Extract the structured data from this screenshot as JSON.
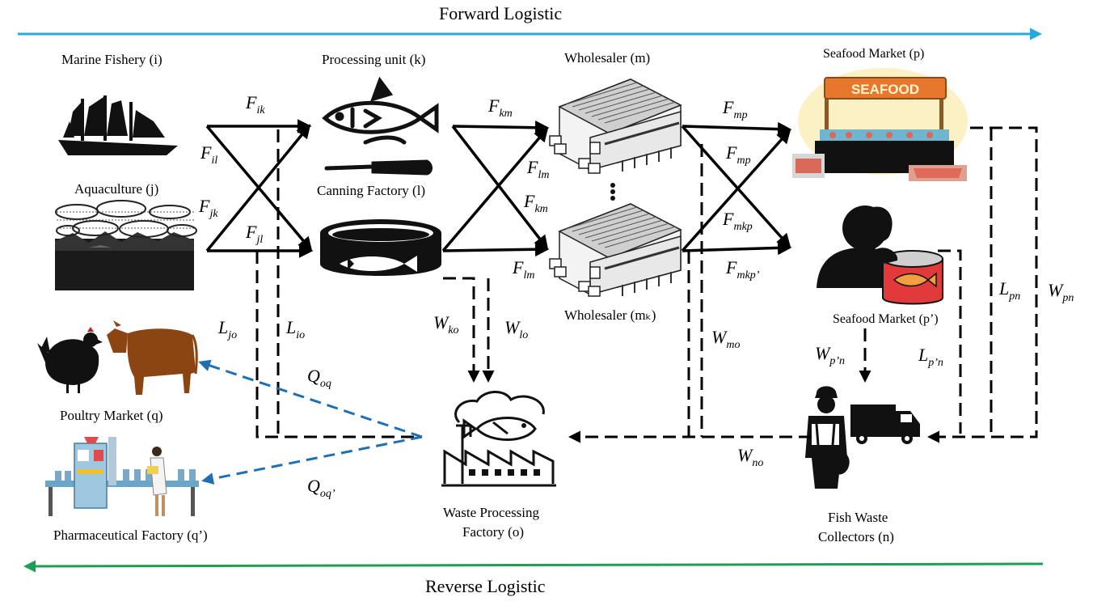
{
  "headers": {
    "forward": "Forward Logistic",
    "reverse": "Reverse Logistic"
  },
  "nodes": {
    "marine_fishery": "Marine Fishery (i)",
    "aquaculture": "Aquaculture (j)",
    "processing_unit": "Processing unit (k)",
    "canning_factory": "Canning Factory (l)",
    "wholesaler_m": "Wholesaler (m)",
    "wholesaler_mk": "Wholesaler (mₖ)",
    "seafood_market_p": "Seafood Market (p)",
    "seafood_market_p2": "Seafood Market (p’)",
    "poultry_market": "Poultry Market (q)",
    "pharma_factory": "Pharmaceutical Factory (q’)",
    "waste_factory_1": "Waste Processing",
    "waste_factory_2": "Factory (o)",
    "collectors_1": "Fish Waste",
    "collectors_2": "Collectors (n)"
  },
  "sign_text": "SEAFOOD",
  "flows": {
    "f_ik": {
      "b": "F",
      "s": "ik"
    },
    "f_il": {
      "b": "F",
      "s": "il"
    },
    "f_jk": {
      "b": "F",
      "s": "jk"
    },
    "f_jl": {
      "b": "F",
      "s": "jl"
    },
    "f_km_top": {
      "b": "F",
      "s": "km"
    },
    "f_lm_top": {
      "b": "F",
      "s": "lm"
    },
    "f_km_mid": {
      "b": "F",
      "s": "km"
    },
    "f_lm_bot": {
      "b": "F",
      "s": "lm"
    },
    "f_mp_top": {
      "b": "F",
      "s": "mp"
    },
    "f_mp_mid": {
      "b": "F",
      "s": "mp"
    },
    "f_mkp": {
      "b": "F",
      "s": "mkp"
    },
    "f_mkp2": {
      "b": "F",
      "s": "mkp’"
    },
    "l_jo": {
      "b": "L",
      "s": "jo"
    },
    "l_io": {
      "b": "L",
      "s": "io"
    },
    "w_ko": {
      "b": "W",
      "s": "ko"
    },
    "w_lo": {
      "b": "W",
      "s": "lo"
    },
    "w_mo": {
      "b": "W",
      "s": "mo"
    },
    "l_pn": {
      "b": "L",
      "s": "pn"
    },
    "w_pn": {
      "b": "W",
      "s": "pn"
    },
    "w_p2n": {
      "b": "W",
      "s": "p’n"
    },
    "l_p2n": {
      "b": "L",
      "s": "p’n"
    },
    "w_no": {
      "b": "W",
      "s": "no"
    },
    "q_oq": {
      "b": "Q",
      "s": "oq"
    },
    "q_oq2": {
      "b": "Q",
      "s": "oq’"
    }
  },
  "colors": {
    "forward_arrow": "#29a8dc",
    "reverse_arrow": "#1aa052",
    "byproduct_arrow": "#1f6fb2",
    "sign_orange": "#e8772e",
    "animal_brown": "#8b4513"
  }
}
